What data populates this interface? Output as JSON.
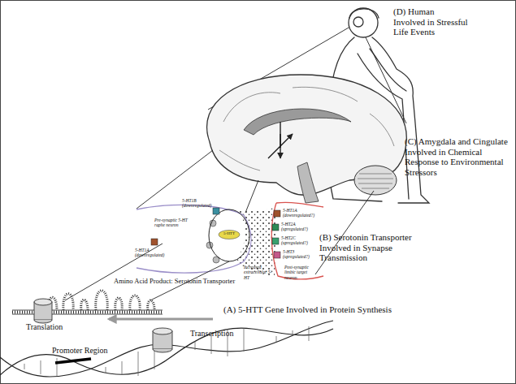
{
  "diagram": {
    "labels": [
      "(D) Human Involved in Stressful Life Events",
      "(C) Amygdala and Cingulate Involved in Chemical Response to Environmental Stressors",
      "5-HT1B (downregulated)",
      "Pre-synaptic 5-HT raphe neuron",
      "5-HT1A (downregulated)",
      "5-HTT",
      "Increased extracellular 5-HT",
      "5-HT1A (downregulated?)",
      "5-HT2A (upregulated?)",
      "5-HT2C (upregulated?)",
      "5-HT3 (upregulated?)",
      "Post-synaptic limbic target neuron",
      "(B) Serotonin Transporter Involved in Synapse Transmission",
      "Amino Acid Product: Serotonin Transporter",
      "Translation",
      "(A) 5-HTT Gene Involved in Protein Synthesis",
      "Transcription",
      "Promoter Region"
    ]
  }
}
